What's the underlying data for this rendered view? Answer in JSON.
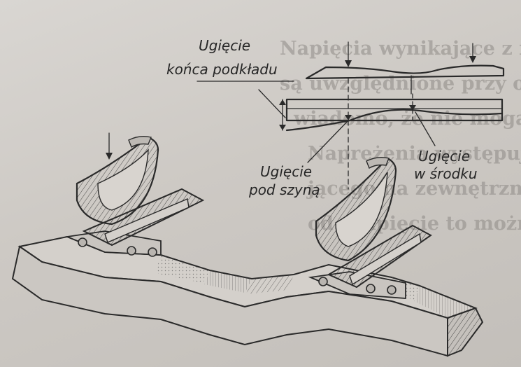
{
  "labels": {
    "end_deflection_line1": "Ugięcie",
    "end_deflection_line2": "końca podkładu",
    "rail_deflection_line1": "Ugięcie",
    "rail_deflection_line2": "pod szyną",
    "center_deflection_line1": "Ugięcie",
    "center_deflection_line2": "w środku"
  },
  "background_text": [
    "Napięcia wynikające z napo",
    "są uwzględnione przy określa",
    "wiadomo, że nie mogą one p",
    "Naprężenia występujące w podkła",
    "jącego na zewnętrznych płatach, jed",
    "od. Napięcie to można obl"
  ],
  "colors": {
    "paper": "#d6d3cf",
    "ink": "#2a2a2a"
  }
}
